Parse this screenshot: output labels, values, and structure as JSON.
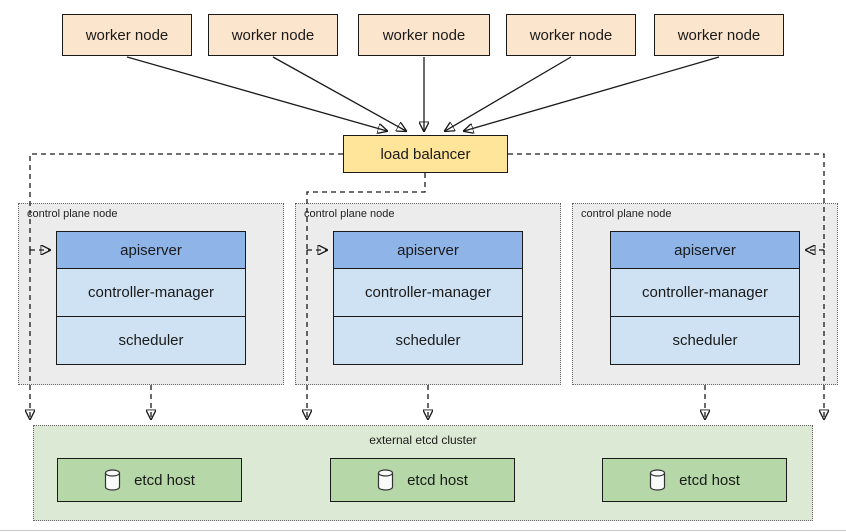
{
  "workers": [
    "worker node",
    "worker node",
    "worker node",
    "worker node",
    "worker node"
  ],
  "load_balancer": "load balancer",
  "control_planes": [
    {
      "label": "control plane node",
      "apiserver": "apiserver",
      "controller_manager": "controller-manager",
      "scheduler": "scheduler"
    },
    {
      "label": "control plane node",
      "apiserver": "apiserver",
      "controller_manager": "controller-manager",
      "scheduler": "scheduler"
    },
    {
      "label": "control plane node",
      "apiserver": "apiserver",
      "controller_manager": "controller-manager",
      "scheduler": "scheduler"
    }
  ],
  "etcd_cluster": {
    "label": "external etcd cluster",
    "hosts": [
      "etcd host",
      "etcd host",
      "etcd host"
    ]
  },
  "colors": {
    "worker_fill": "#fce5cd",
    "lb_fill": "#ffe599",
    "apiserver_fill": "#8eb4e8",
    "component_fill": "#cfe2f3",
    "controlplane_fill": "#ececec",
    "etcd_cluster_fill": "#dcead5",
    "etcd_host_fill": "#b6d7a8",
    "line_color": "#1a1a1a"
  }
}
